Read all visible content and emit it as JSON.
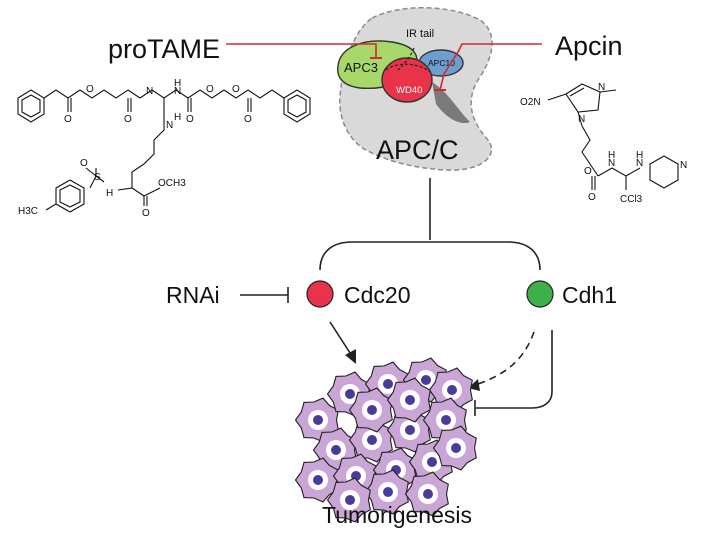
{
  "labels": {
    "protame": "proTAME",
    "apcin": "Apcin",
    "apc_complex": "APC/C",
    "ir_tail": "IR tail",
    "apc3": "APC3",
    "apc10": "APC10",
    "wd40": "WD40",
    "rnai": "RNAi",
    "cdc20": "Cdc20",
    "cdh1": "Cdh1",
    "tumorigenesis": "Tumorigenesis"
  },
  "colors": {
    "inhibitor_line": "#d42a2a",
    "apc_body": "#d9d9d9",
    "apc3": "#a8d86a",
    "wd40": "#e8334a",
    "apc10": "#6d9ecf",
    "cdc20_dot": "#e8334a",
    "cdh1_dot": "#3db04a",
    "cell_fill": "#c9a6d6",
    "cell_nucleus": "#4a3a9a"
  },
  "protame_chem": {
    "o_labels": [
      "O",
      "O",
      "O",
      "O",
      "O",
      "O",
      "O",
      "O",
      "O"
    ],
    "n_labels": [
      "N",
      "N",
      "N"
    ],
    "h_labels": [
      "H",
      "H",
      "H"
    ],
    "s_label": "S",
    "och3": "OCH3",
    "h3c": "H3C"
  },
  "apcin_chem": {
    "o2n": "O2N",
    "n_labels": [
      "N",
      "N",
      "N",
      "N",
      "N"
    ],
    "h_labels": [
      "H",
      "H"
    ],
    "o_labels": [
      "O",
      "O"
    ],
    "ccl3": "CCl3"
  }
}
